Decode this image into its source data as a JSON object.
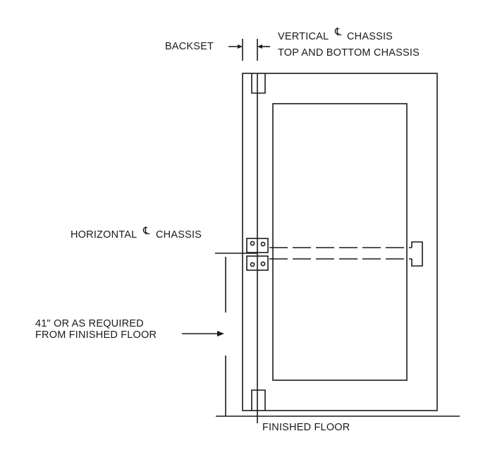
{
  "labels": {
    "backset": "BACKSET",
    "vertical_chassis": "VERTICAL",
    "vertical_chassis_suffix": "CHASSIS",
    "top_bottom_chassis": "TOP AND BOTTOM CHASSIS",
    "horizontal_chassis": "HORIZONTAL",
    "horizontal_chassis_suffix": "CHASSIS",
    "mounting_height_line1": "41\" OR AS REQUIRED",
    "mounting_height_line2": "FROM FINISHED FLOOR",
    "finished_floor": "FINISHED FLOOR"
  },
  "symbols": {
    "centerline": "℄"
  },
  "colors": {
    "line": "#1a1a1a",
    "background": "#ffffff"
  }
}
